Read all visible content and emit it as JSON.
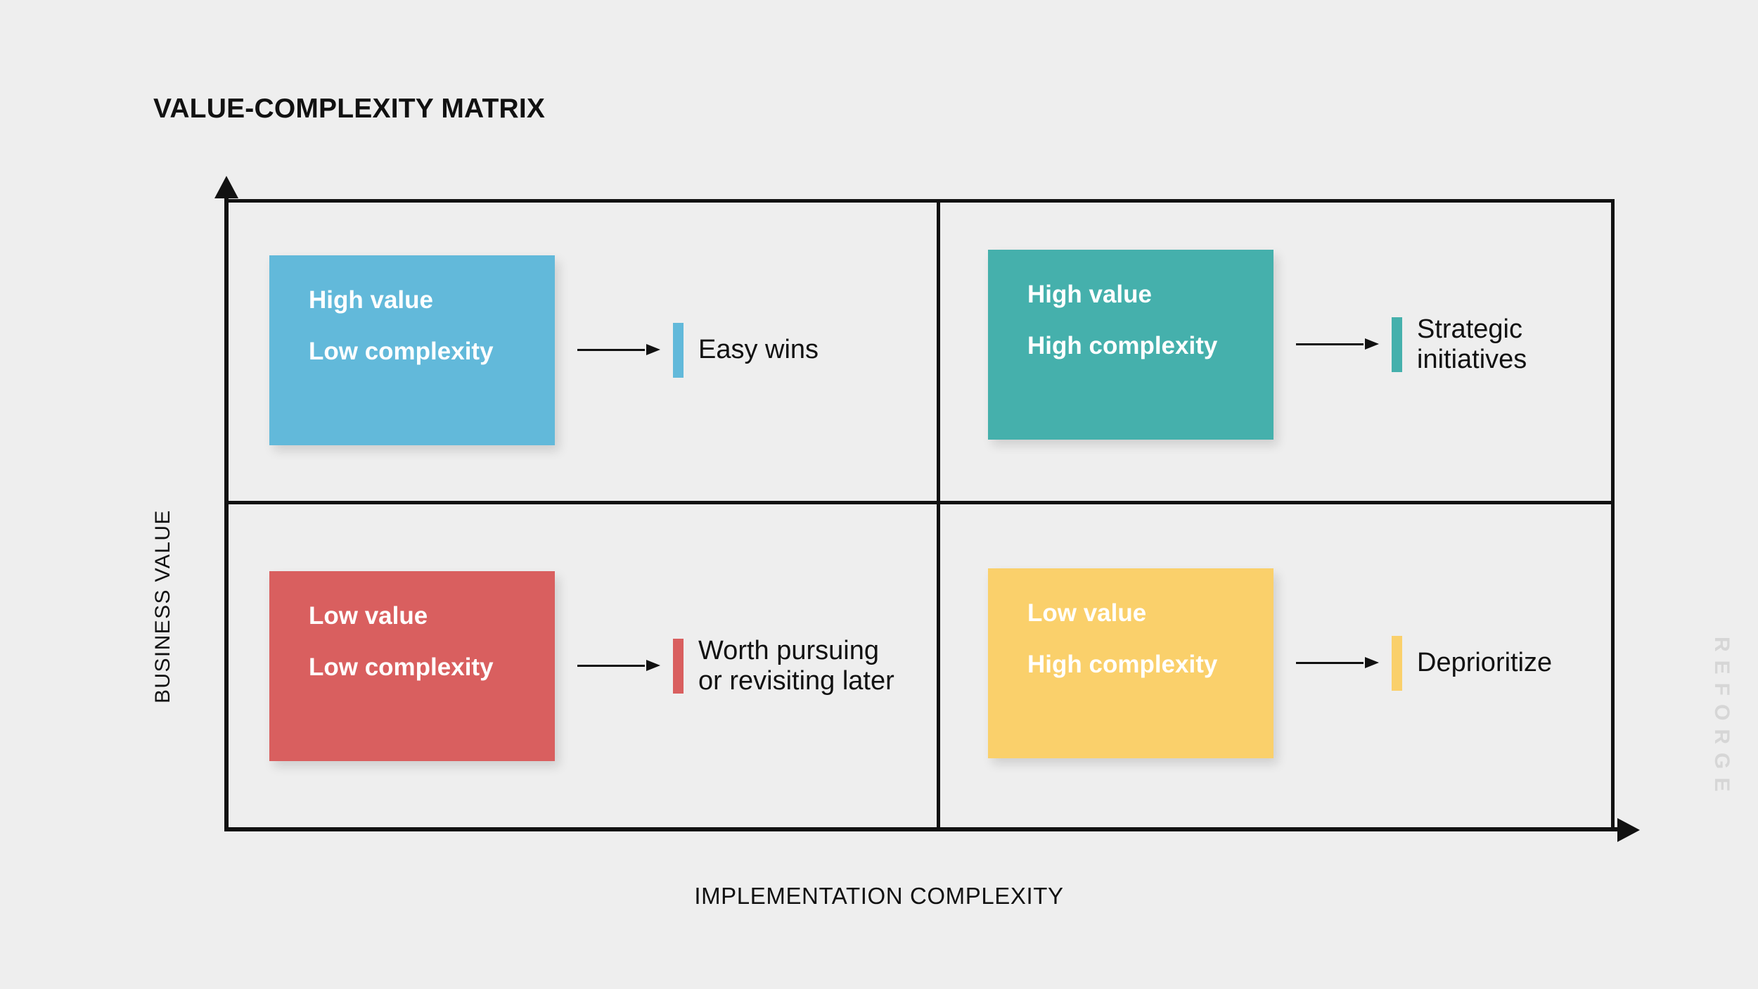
{
  "page": {
    "title": "VALUE-COMPLEXITY MATRIX",
    "background_color": "#eeeeee",
    "watermark": "REFORGE",
    "watermark_color": "#d6d6d6"
  },
  "axes": {
    "y_title": "BUSINESS VALUE",
    "x_title": "IMPLEMENTATION COMPLEXITY",
    "line_color": "#111111"
  },
  "chart_data": {
    "type": "table",
    "title": "VALUE-COMPLEXITY MATRIX",
    "xlabel": "IMPLEMENTATION COMPLEXITY",
    "ylabel": "BUSINESS VALUE",
    "grid": true,
    "legend": "none",
    "categories": [
      "Low complexity",
      "High complexity"
    ],
    "rows": [
      "High value",
      "Low value"
    ],
    "quadrants": [
      {
        "id": "high-value-low-complexity",
        "position": "top-left",
        "value": "High value",
        "complexity": "Low complexity",
        "outcome": "Easy wins",
        "color": "#62b9da"
      },
      {
        "id": "high-value-high-complexity",
        "position": "top-right",
        "value": "High value",
        "complexity": "High complexity",
        "outcome": "Strategic\ninitiatives",
        "color": "#45b0ac"
      },
      {
        "id": "low-value-low-complexity",
        "position": "bottom-left",
        "value": "Low value",
        "complexity": "Low complexity",
        "outcome": "Worth pursuing\nor revisiting later",
        "color": "#d95f5f"
      },
      {
        "id": "low-value-high-complexity",
        "position": "bottom-right",
        "value": "Low value",
        "complexity": "High complexity",
        "outcome": "Deprioritize",
        "color": "#fad06b"
      }
    ]
  }
}
